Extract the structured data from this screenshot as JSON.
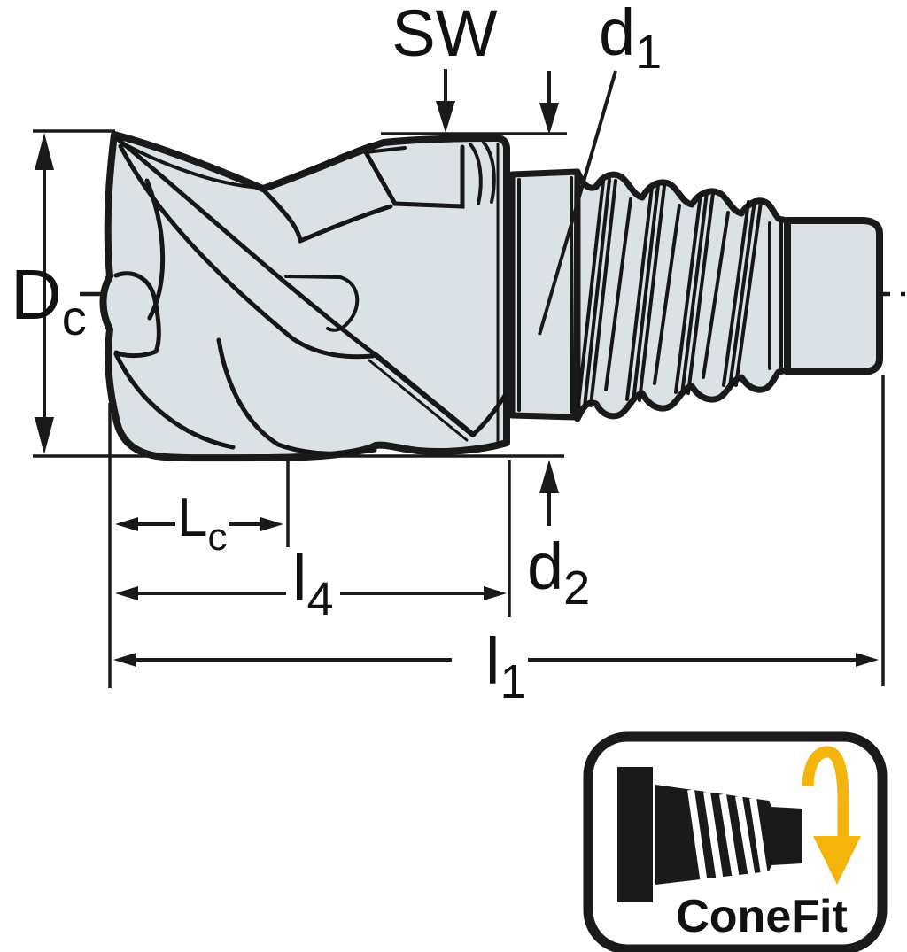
{
  "drawing": {
    "type": "tool-dimension-diagram",
    "labels": {
      "sw": "SW",
      "d1": {
        "base": "d",
        "sub": "1"
      },
      "dc": {
        "base": "D",
        "sub": "c"
      },
      "lc": {
        "base": "L",
        "sub": "c"
      },
      "l4": {
        "base": "l",
        "sub": "4"
      },
      "d2": {
        "base": "d",
        "sub": "2"
      },
      "l1": {
        "base": "l",
        "sub": "1"
      }
    },
    "badge": {
      "label": "ConeFit"
    },
    "colors": {
      "tool_fill": "#dbe2e5",
      "line": "#1a1a1a",
      "badge_accent": "#f5b40b",
      "background": "#ffffff"
    },
    "icons": {
      "badge_cone": "conefit-cone-icon",
      "badge_arrow": "rotation-flip-arrow-icon"
    }
  }
}
